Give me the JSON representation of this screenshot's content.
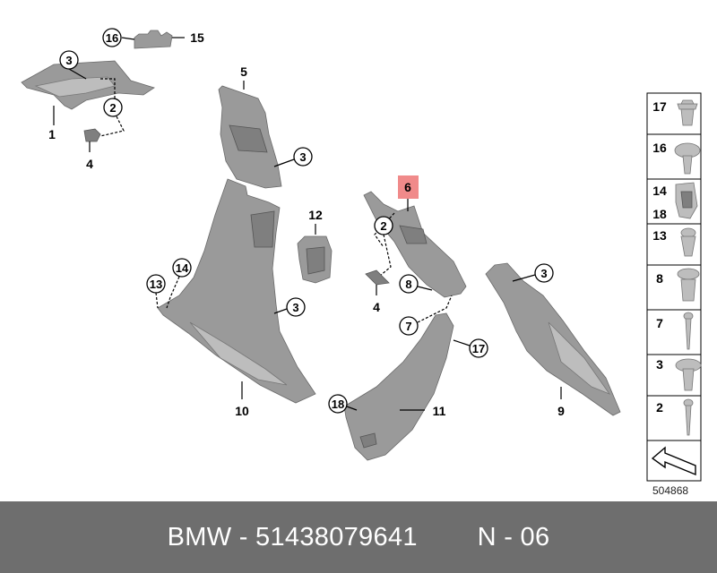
{
  "footer": {
    "brand": "BMW",
    "part_number": "51438079641",
    "position": "N - 06"
  },
  "diagram_id": "504868",
  "highlight_color": "#f08a8a",
  "callouts": {
    "c16": "16",
    "c15": "15",
    "c3a": "3",
    "c1": "1",
    "c2a": "2",
    "c4a": "4",
    "c5": "5",
    "c3b": "3",
    "c12": "12",
    "c14": "14",
    "c13": "13",
    "c3c": "3",
    "c10": "10",
    "c6": "6",
    "c2b": "2",
    "c4b": "4",
    "c8": "8",
    "c7": "7",
    "c3d": "3",
    "c17": "17",
    "c18": "18",
    "c11": "11",
    "c9": "9"
  },
  "legend": [
    "17",
    "16",
    "14",
    "18",
    "13",
    "8",
    "7",
    "3",
    "2"
  ]
}
